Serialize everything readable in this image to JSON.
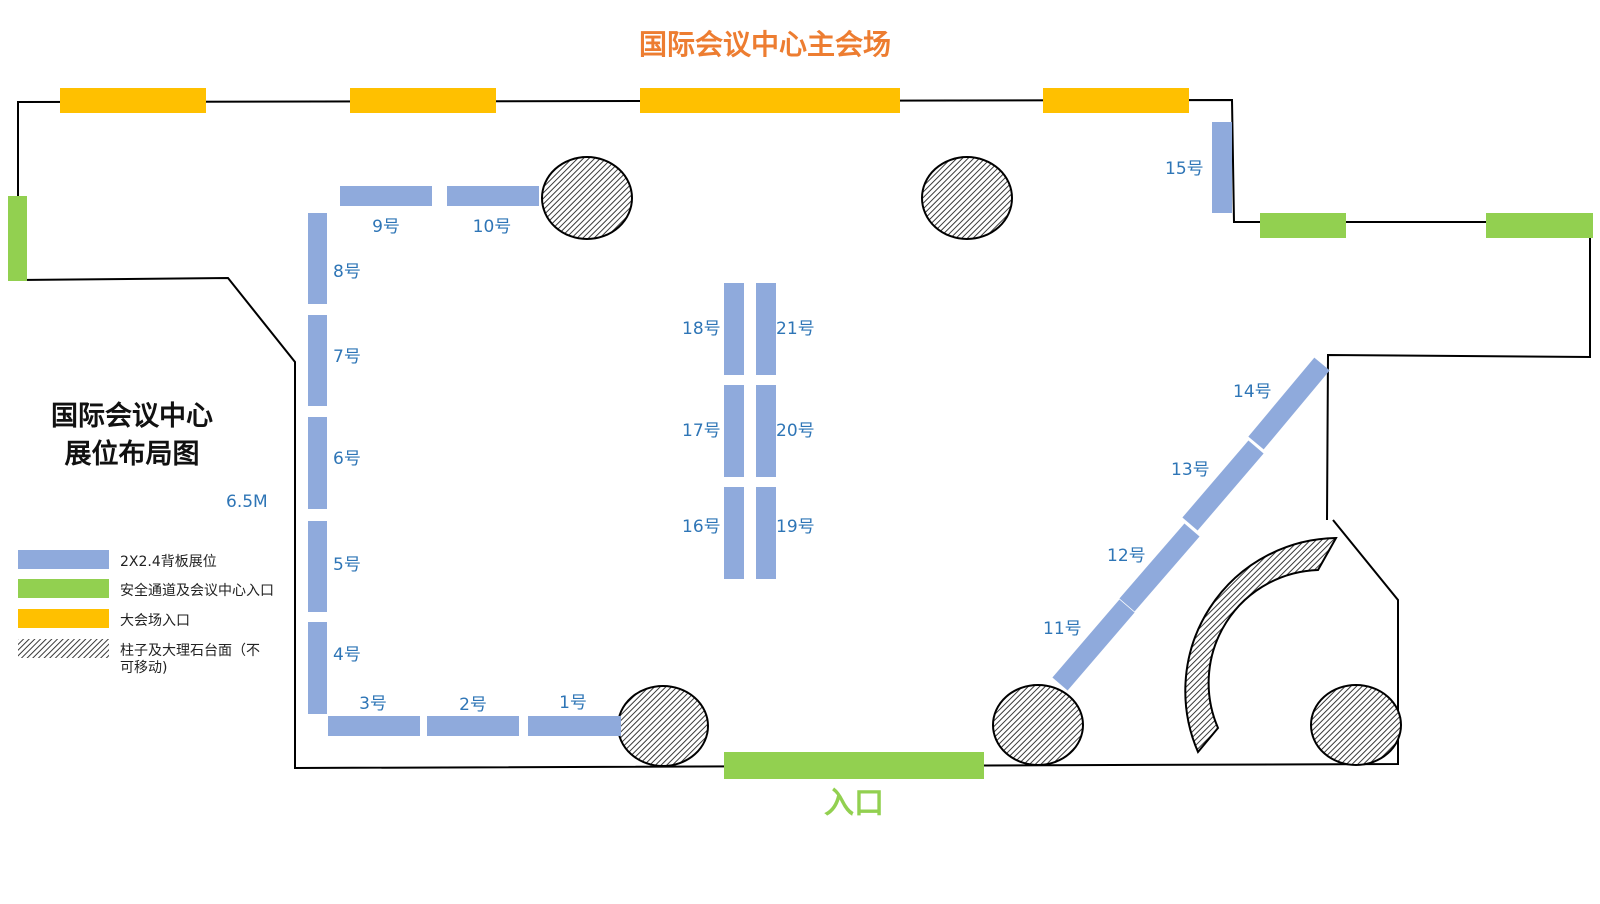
{
  "header": {
    "title": "国际会议中心主会场"
  },
  "side_title": {
    "line1": "国际会议中心",
    "line2": "展位布局图"
  },
  "dimension_label": "6.5M",
  "entrance": {
    "label": "入口"
  },
  "colors": {
    "booth": "#8faadc",
    "green": "#92d050",
    "orange": "#ffc000",
    "title_orange": "#ed7d31",
    "booth_label": "#2e75b6",
    "wall": "#000000"
  },
  "legend": [
    {
      "key": "booth",
      "label": "2X2.4背板展位"
    },
    {
      "key": "green",
      "label": "安全通道及会议中心入口"
    },
    {
      "key": "orange",
      "label": "大会场入口"
    },
    {
      "key": "pillar",
      "label": "柱子及大理石台面（不",
      "label2": "可移动)"
    }
  ],
  "booths": {
    "b1": "1号",
    "b2": "2号",
    "b3": "3号",
    "b4": "4号",
    "b5": "5号",
    "b6": "6号",
    "b7": "7号",
    "b8": "8号",
    "b9": "9号",
    "b10": "10号",
    "b11": "11号",
    "b12": "12号",
    "b13": "13号",
    "b14": "14号",
    "b15": "15号",
    "b16": "16号",
    "b17": "17号",
    "b18": "18号",
    "b19": "19号",
    "b20": "20号",
    "b21": "21号"
  }
}
